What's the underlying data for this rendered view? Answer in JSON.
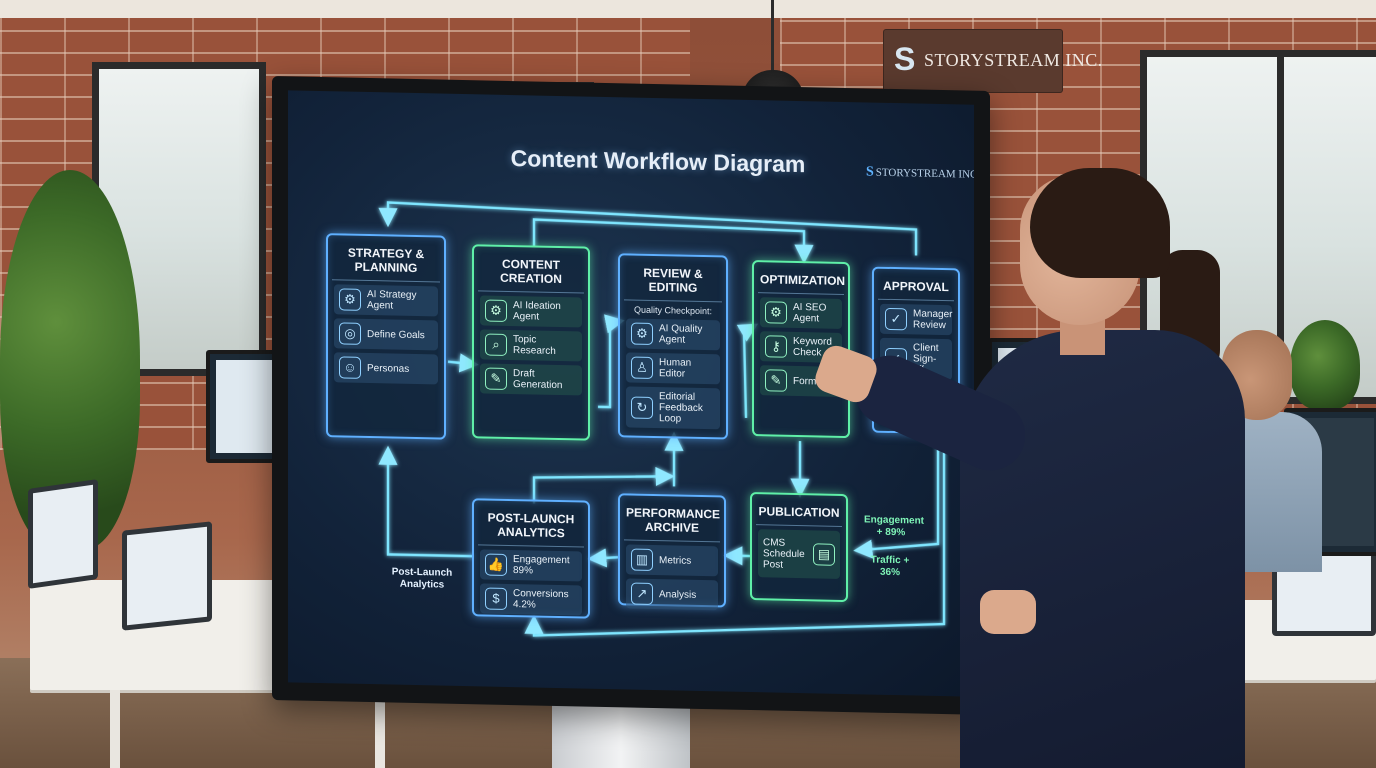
{
  "wall_sign": {
    "logo": "S",
    "name": "STORYSTREAM INC."
  },
  "diagram": {
    "title": "Content Workflow Diagram",
    "brand_logo": "S",
    "brand_name": "STORYSTREAM INC.",
    "stages": {
      "strategy": {
        "title": "STRATEGY & PLANNING",
        "items": [
          {
            "icon": "brain-icon",
            "glyph": "⚙",
            "label": "AI Strategy Agent"
          },
          {
            "icon": "target-icon",
            "glyph": "◎",
            "label": "Define Goals"
          },
          {
            "icon": "users-icon",
            "glyph": "☺",
            "label": "Personas"
          }
        ]
      },
      "creation": {
        "title": "CONTENT CREATION",
        "items": [
          {
            "icon": "brain-icon",
            "glyph": "⚙",
            "label": "AI Ideation Agent"
          },
          {
            "icon": "search-icon",
            "glyph": "⌕",
            "label": "Topic Research"
          },
          {
            "icon": "document-edit-icon",
            "glyph": "✎",
            "label": "Draft Generation"
          }
        ]
      },
      "review": {
        "title": "REVIEW & EDITING",
        "subtitle": "Quality Checkpoint:",
        "items": [
          {
            "icon": "brain-icon",
            "glyph": "⚙",
            "label": "AI Quality Agent"
          },
          {
            "icon": "person-icon",
            "glyph": "♙",
            "label": "Human Editor"
          },
          {
            "icon": "refresh-icon",
            "glyph": "↻",
            "label": "Editorial Feedback Loop"
          }
        ]
      },
      "optimization": {
        "title": "OPTIMIZATION",
        "items": [
          {
            "icon": "brain-icon",
            "glyph": "⚙",
            "label": "AI SEO Agent"
          },
          {
            "icon": "key-icon",
            "glyph": "⚷",
            "label": "Keyword Check"
          },
          {
            "icon": "format-icon",
            "glyph": "✎",
            "label": "Format"
          }
        ]
      },
      "approval": {
        "title": "APPROVAL",
        "items": [
          {
            "icon": "checkbox-icon",
            "glyph": "✓",
            "label": "Manager Review"
          },
          {
            "icon": "checkbox-icon",
            "glyph": "✓",
            "label": "Client Sign-off"
          }
        ]
      },
      "publication": {
        "title": "PUBLICATION",
        "items": [
          {
            "icon": "cms-window-icon",
            "glyph": "▤",
            "label": "CMS Schedule Post"
          }
        ]
      },
      "archive": {
        "title": "PERFORMANCE ARCHIVE",
        "items": [
          {
            "icon": "bar-chart-icon",
            "glyph": "▥",
            "label": "Metrics"
          },
          {
            "icon": "line-chart-icon",
            "glyph": "↗",
            "label": "Analysis"
          }
        ]
      },
      "analytics": {
        "title": "POST-LAUNCH ANALYTICS",
        "items": [
          {
            "icon": "thumbs-up-icon",
            "glyph": "👍",
            "label": "Engagement 89%"
          },
          {
            "icon": "dollar-circle-icon",
            "glyph": "$",
            "label": "Conversions 4.2%"
          }
        ]
      }
    },
    "annotations": {
      "engagement": "Engagement + 89%",
      "traffic": "Traffic + 36%",
      "post_launch_label": "Post-Launch Analytics"
    }
  }
}
